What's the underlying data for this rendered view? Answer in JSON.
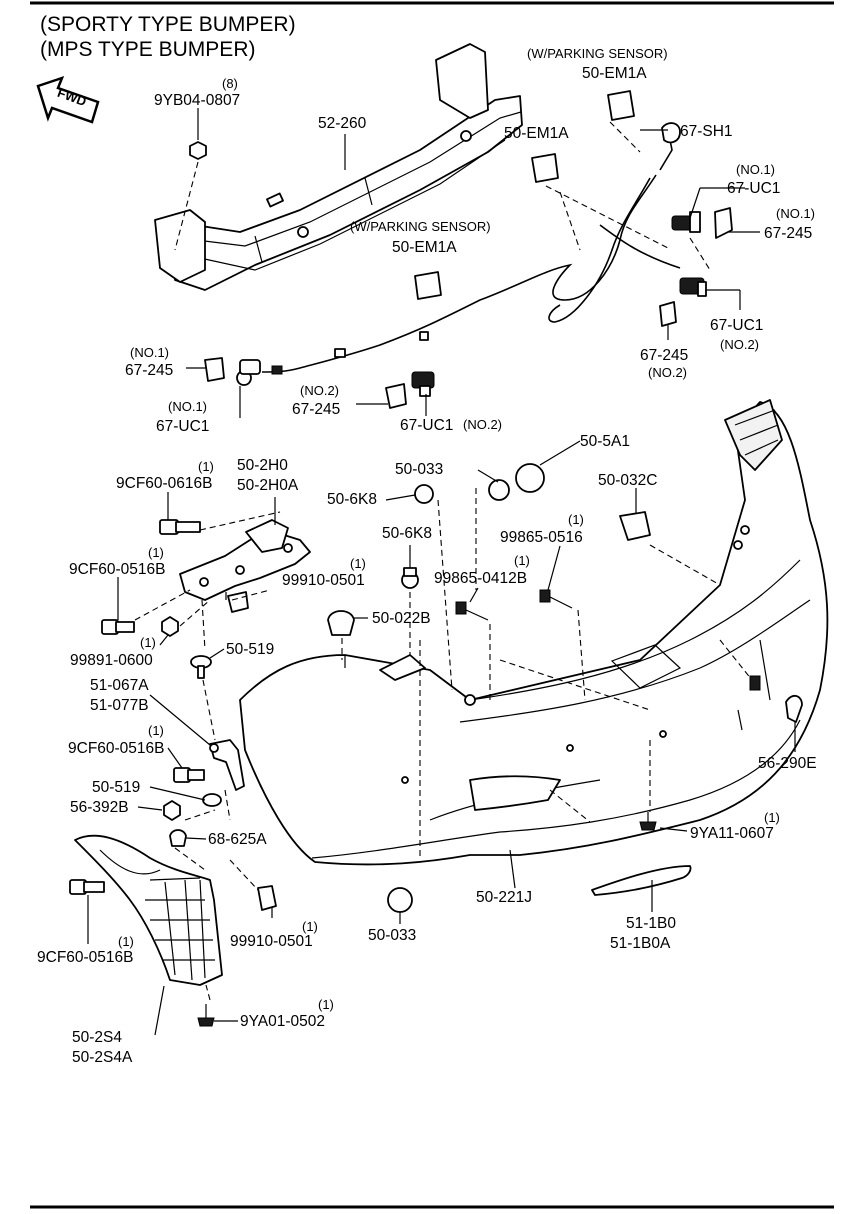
{
  "titles": [
    "(SPORTY TYPE BUMPER)",
    "(MPS TYPE BUMPER)"
  ],
  "fwd": "FWD",
  "labels": {
    "l_9yb04_qty": "(8)",
    "l_9yb04": "9YB04-0807",
    "l_52_260": "52-260",
    "l_wps_top": "(W/PARKING SENSOR)",
    "l_50em1a_top": "50-EM1A",
    "l_50em1a_b": "50-EM1A",
    "l_67sh1": "67-SH1",
    "l_no1_a": "(NO.1)",
    "l_67uc1_a": "67-UC1",
    "l_no1_b": "(NO.1)",
    "l_67245_a": "67-245",
    "l_wps_mid": "(W/PARKING SENSOR)",
    "l_50em1a_mid": "50-EM1A",
    "l_67uc1_b": "67-UC1",
    "l_no2_a": "(NO.2)",
    "l_67245_b": "67-245",
    "l_no2_b": "(NO.2)",
    "l_no1_c": "(NO.1)",
    "l_67245_c": "67-245",
    "l_no1_d": "(NO.1)",
    "l_67uc1_c": "67-UC1",
    "l_no2_c": "(NO.2)",
    "l_67245_d": "67-245",
    "l_67uc1_d": "67-UC1",
    "l_no2_d": "(NO.2)",
    "l_50_5a1": "50-5A1",
    "l_50_033_a": "50-033",
    "l_50_6k8_a": "50-6K8",
    "l_50_032c": "50-032C",
    "l_50_6k8_b": "50-6K8",
    "l_99865_0516_qty": "(1)",
    "l_99865_0516": "99865-0516",
    "l_99865_0412b_qty": "(1)",
    "l_99865_0412b": "99865-0412B",
    "l_50_022b": "50-022B",
    "l_9cf60_0616b_qty": "(1)",
    "l_9cf60_0616b": "9CF60-0616B",
    "l_50_2h0": "50-2H0",
    "l_50_2h0a": "50-2H0A",
    "l_9cf60_0516b_a_qty": "(1)",
    "l_9cf60_0516b_a": "9CF60-0516B",
    "l_99910_0501_a_qty": "(1)",
    "l_99910_0501_a": "99910-0501",
    "l_99891_0600_qty": "(1)",
    "l_99891_0600": "99891-0600",
    "l_50_519_a": "50-519",
    "l_51_067a": "51-067A",
    "l_51_077b": "51-077B",
    "l_9cf60_0516b_b_qty": "(1)",
    "l_9cf60_0516b_b": "9CF60-0516B",
    "l_50_519_b": "50-519",
    "l_56_392b": "56-392B",
    "l_68_625a": "68-625A",
    "l_9cf60_0516b_c": "9CF60-0516B",
    "l_9cf60_0516b_c_qty": "(1)",
    "l_99910_0501_b_qty": "(1)",
    "l_99910_0501_b": "99910-0501",
    "l_50_033_b": "50-033",
    "l_50_221j": "50-221J",
    "l_9ya11_0607_qty": "(1)",
    "l_9ya11_0607": "9YA11-0607",
    "l_56_290e": "56-290E",
    "l_51_1b0": "51-1B0",
    "l_51_1b0a": "51-1B0A",
    "l_9ya01_0502_qty": "(1)",
    "l_9ya01_0502": "9YA01-0502",
    "l_50_2s4": "50-2S4",
    "l_50_2s4a": "50-2S4A"
  }
}
